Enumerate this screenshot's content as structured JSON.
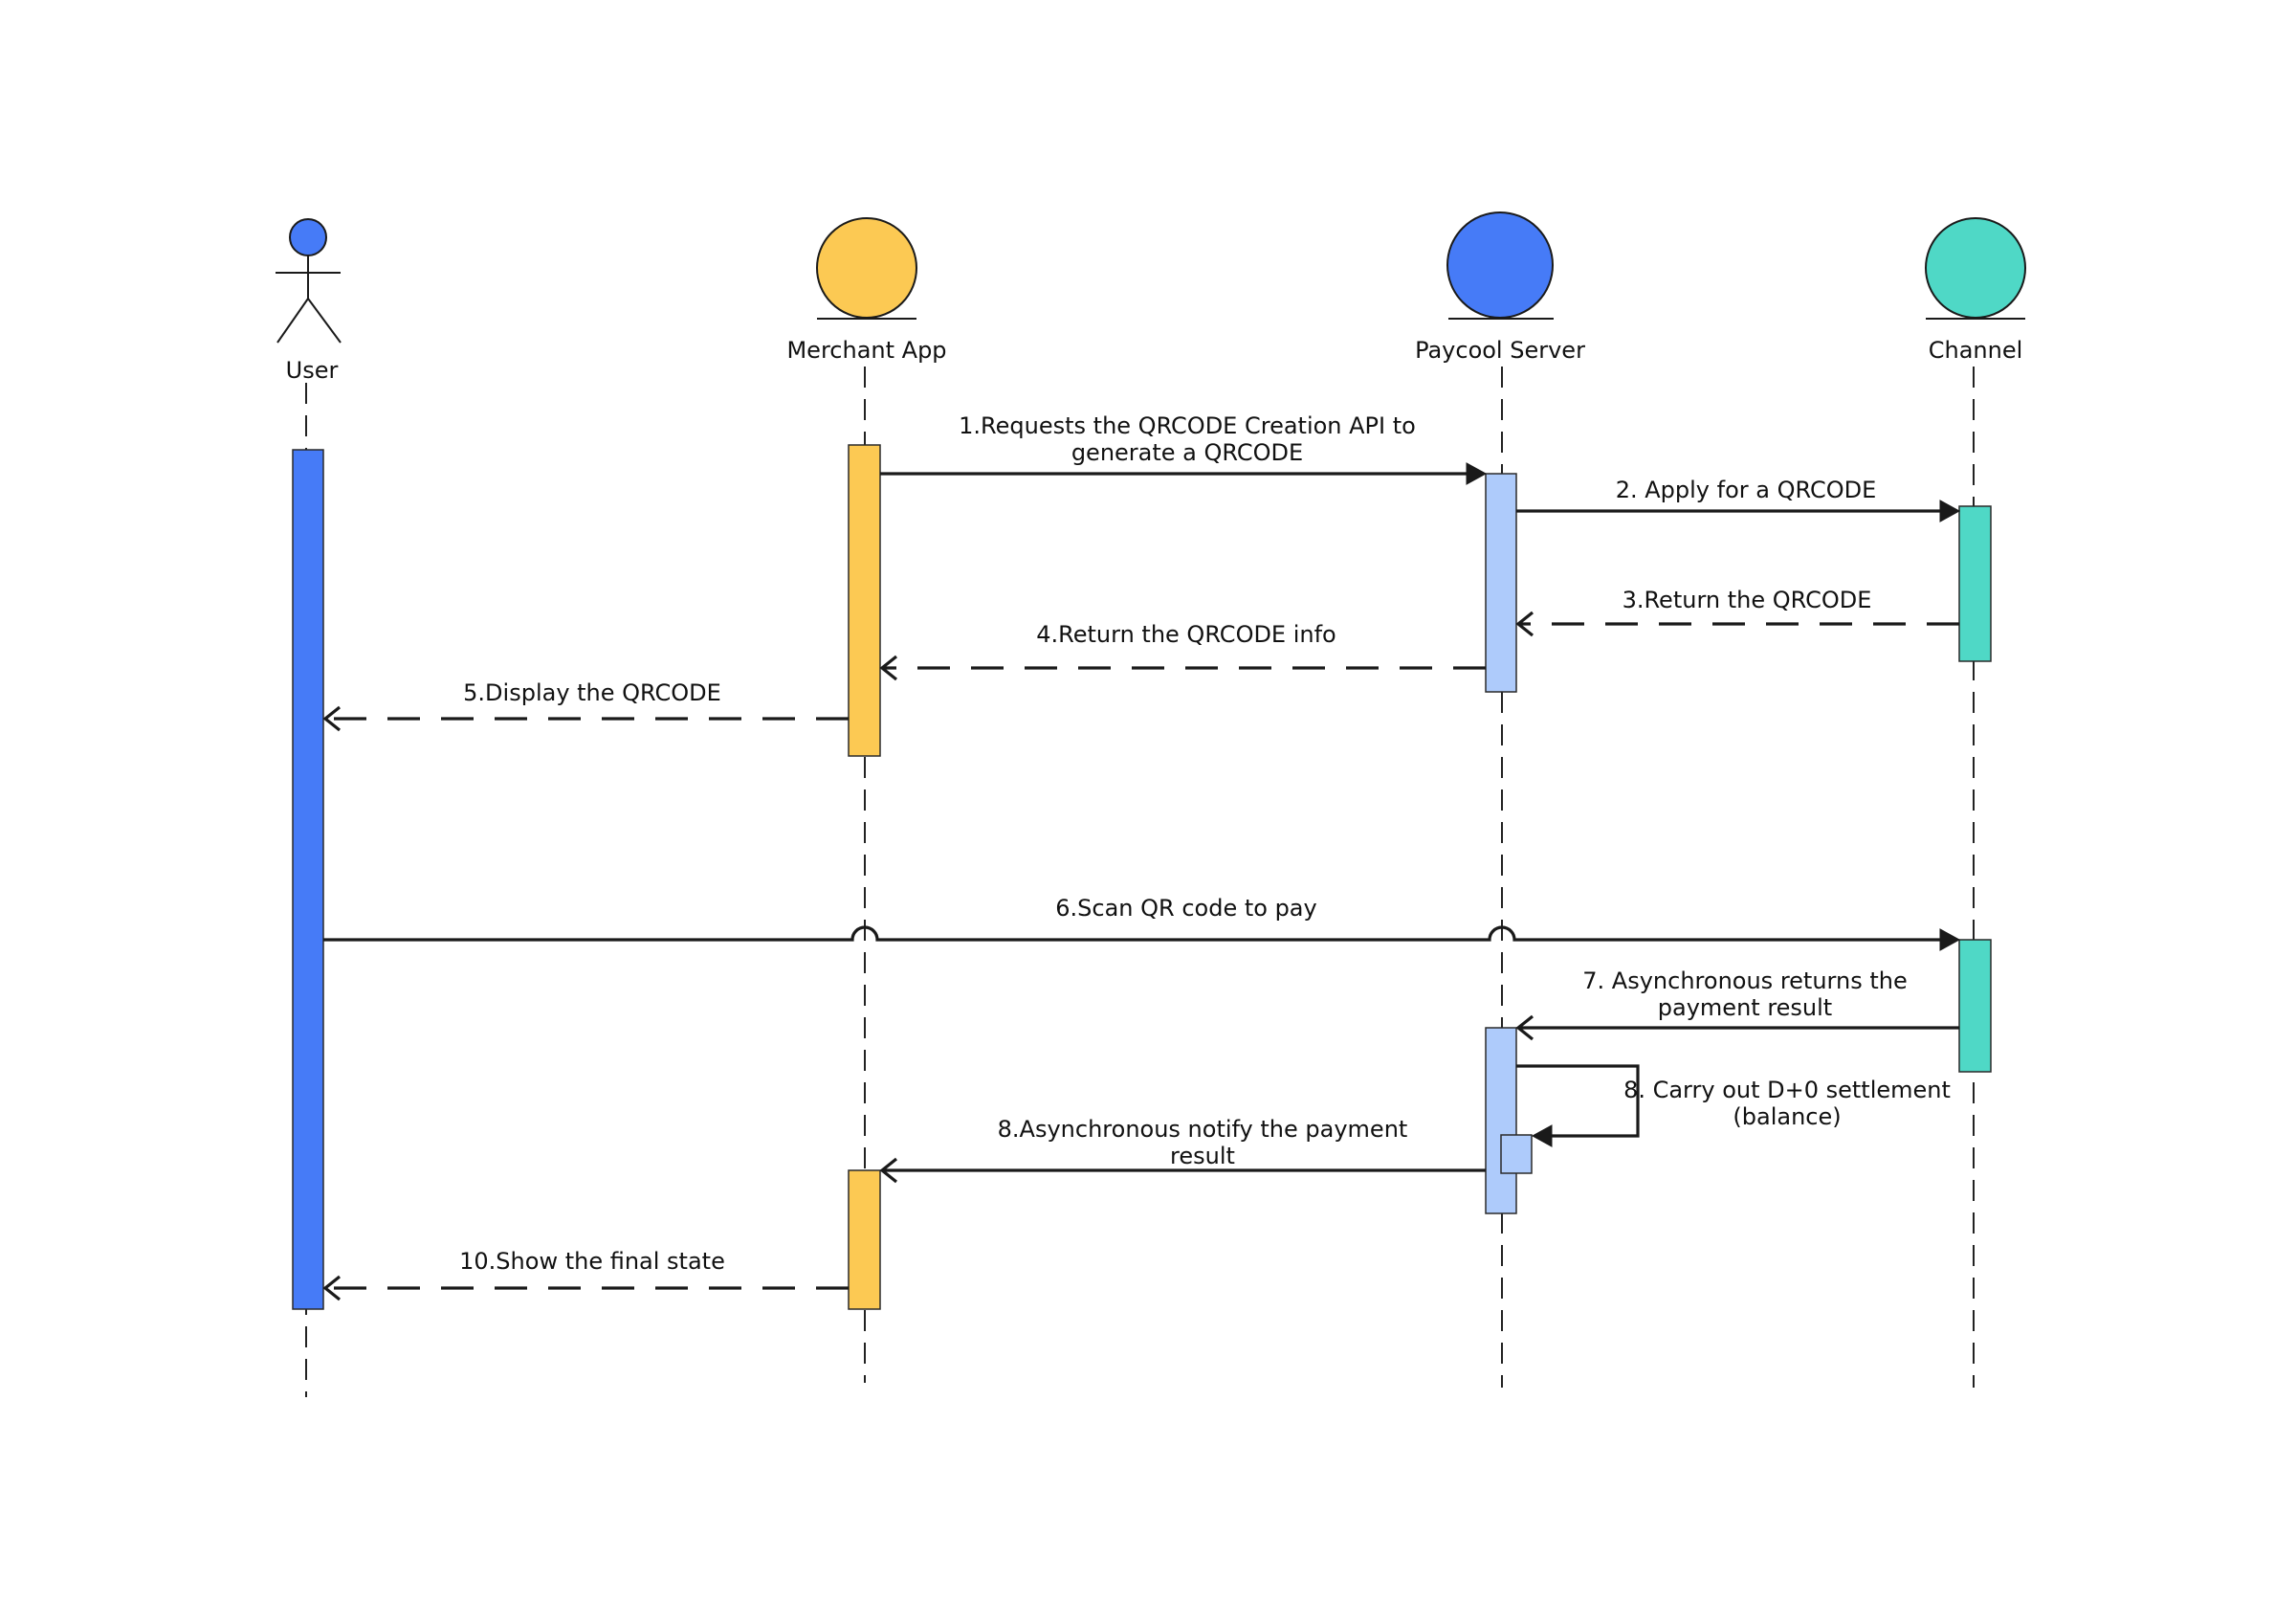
{
  "participants": [
    {
      "id": "user",
      "label": "User",
      "kind": "actor",
      "color": "#467bf7"
    },
    {
      "id": "merchant",
      "label": "Merchant App",
      "kind": "entity",
      "color": "#fcc953"
    },
    {
      "id": "server",
      "label": "Paycool Server",
      "kind": "entity",
      "color": "#467bf7"
    },
    {
      "id": "channel",
      "label": "Channel",
      "kind": "entity",
      "color": "#4fd8c6"
    }
  ],
  "activation_colors": {
    "user": "#467bf7",
    "merchant": "#fcc953",
    "server": "#aecbfb",
    "channel": "#4fd8c6"
  },
  "messages": [
    {
      "id": "m1",
      "from": "merchant",
      "to": "server",
      "style": "solid",
      "lines": [
        "1.Requests the QRCODE Creation API to",
        "generate a QRCODE"
      ]
    },
    {
      "id": "m2",
      "from": "server",
      "to": "channel",
      "style": "solid",
      "lines": [
        "2. Apply for a QRCODE"
      ]
    },
    {
      "id": "m3",
      "from": "channel",
      "to": "server",
      "style": "dashed",
      "lines": [
        "3.Return the QRCODE"
      ]
    },
    {
      "id": "m4",
      "from": "server",
      "to": "merchant",
      "style": "dashed",
      "lines": [
        "4.Return the QRCODE info"
      ]
    },
    {
      "id": "m5",
      "from": "merchant",
      "to": "user",
      "style": "dashed",
      "lines": [
        "5.Display the QRCODE"
      ]
    },
    {
      "id": "m6",
      "from": "user",
      "to": "channel",
      "style": "solid",
      "lines": [
        "6.Scan QR code to pay"
      ]
    },
    {
      "id": "m7",
      "from": "channel",
      "to": "server",
      "style": "solid",
      "lines": [
        "7. Asynchronous returns the",
        "payment result"
      ]
    },
    {
      "id": "m8self",
      "from": "server",
      "to": "server",
      "style": "self",
      "lines": [
        "8. Carry out D+0 settlement",
        "(balance)"
      ]
    },
    {
      "id": "m8",
      "from": "server",
      "to": "merchant",
      "style": "solid",
      "lines": [
        "8.Asynchronous notify the payment",
        "result"
      ]
    },
    {
      "id": "m10",
      "from": "merchant",
      "to": "user",
      "style": "dashed",
      "lines": [
        "10.Show the final state"
      ]
    }
  ]
}
